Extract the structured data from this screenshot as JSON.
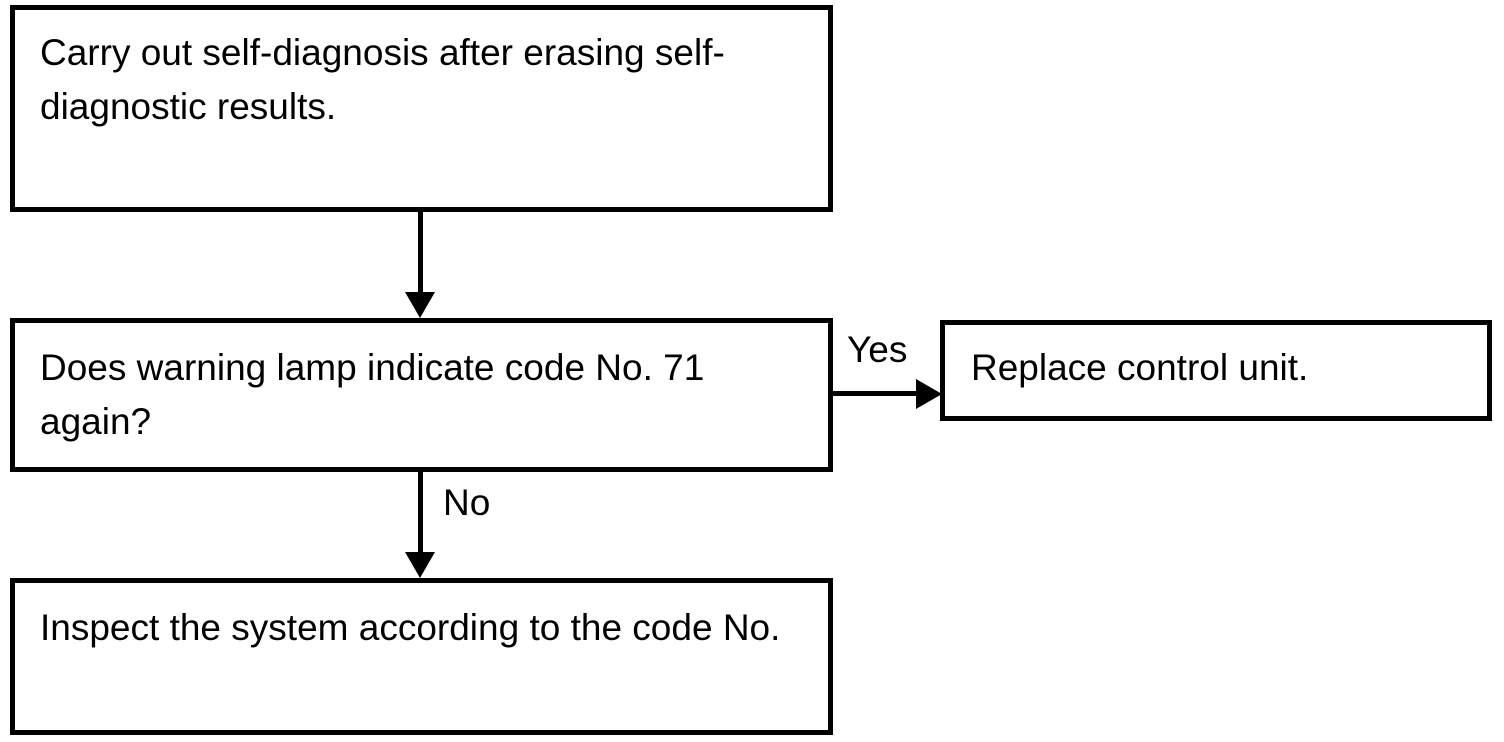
{
  "diagram": {
    "type": "flowchart",
    "title": "",
    "nodes": [
      {
        "id": "step-erase",
        "label": "Carry out self-diagnosis after erasing self-diagnostic results.",
        "shape": "rectangle"
      },
      {
        "id": "decision-code-71",
        "label": "Does warning lamp indicate code No. 71 again?",
        "shape": "rectangle"
      },
      {
        "id": "action-replace-control-unit",
        "label": "Replace control unit.",
        "shape": "rectangle"
      },
      {
        "id": "action-inspect-system",
        "label": "Inspect the system according to the code No.",
        "shape": "rectangle"
      }
    ],
    "edges": [
      {
        "id": "edge-erase-to-decision",
        "from": "step-erase",
        "to": "decision-code-71",
        "label": "",
        "direction": "down"
      },
      {
        "id": "edge-decision-yes",
        "from": "decision-code-71",
        "to": "action-replace-control-unit",
        "label": "Yes",
        "direction": "right"
      },
      {
        "id": "edge-decision-no",
        "from": "decision-code-71",
        "to": "action-inspect-system",
        "label": "No",
        "direction": "down"
      }
    ],
    "colors": {
      "stroke": "#000000",
      "fill": "#ffffff",
      "text": "#000000"
    }
  }
}
